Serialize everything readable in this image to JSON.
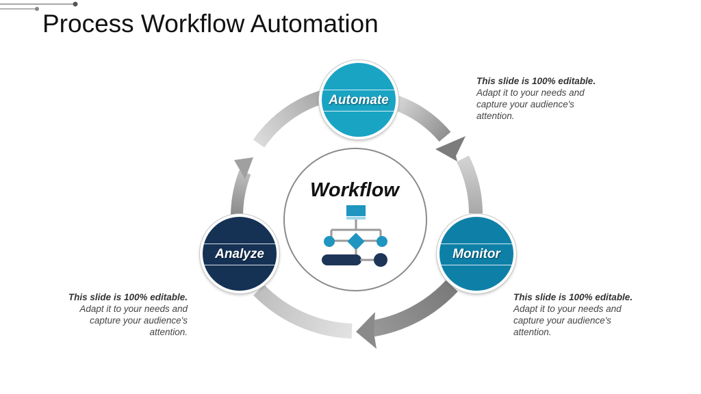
{
  "title": "Process Workflow Automation",
  "center": {
    "label": "Workflow",
    "icon": "flowchart-icon"
  },
  "steps": [
    {
      "label": "Automate",
      "color": "#1aa4c4"
    },
    {
      "label": "Monitor",
      "color": "#0e80a8"
    },
    {
      "label": "Analyze",
      "color": "#153255"
    }
  ],
  "notes": [
    {
      "head": "This slide is 100% editable.",
      "body": "Adapt it to your needs and capture your audience's attention."
    },
    {
      "head": "This slide is 100% editable.",
      "body": "Adapt it to your needs and capture your audience's attention."
    },
    {
      "head": "This slide is 100% editable.",
      "body": "Adapt it to your needs and capture your audience's attention."
    }
  ],
  "colors": {
    "arrow_dark": "#7c7c7c",
    "arrow_light": "#d2d2d2",
    "icon_teal": "#1f95c0",
    "icon_navy": "#1d3557",
    "icon_light": "#9fd7ea"
  }
}
